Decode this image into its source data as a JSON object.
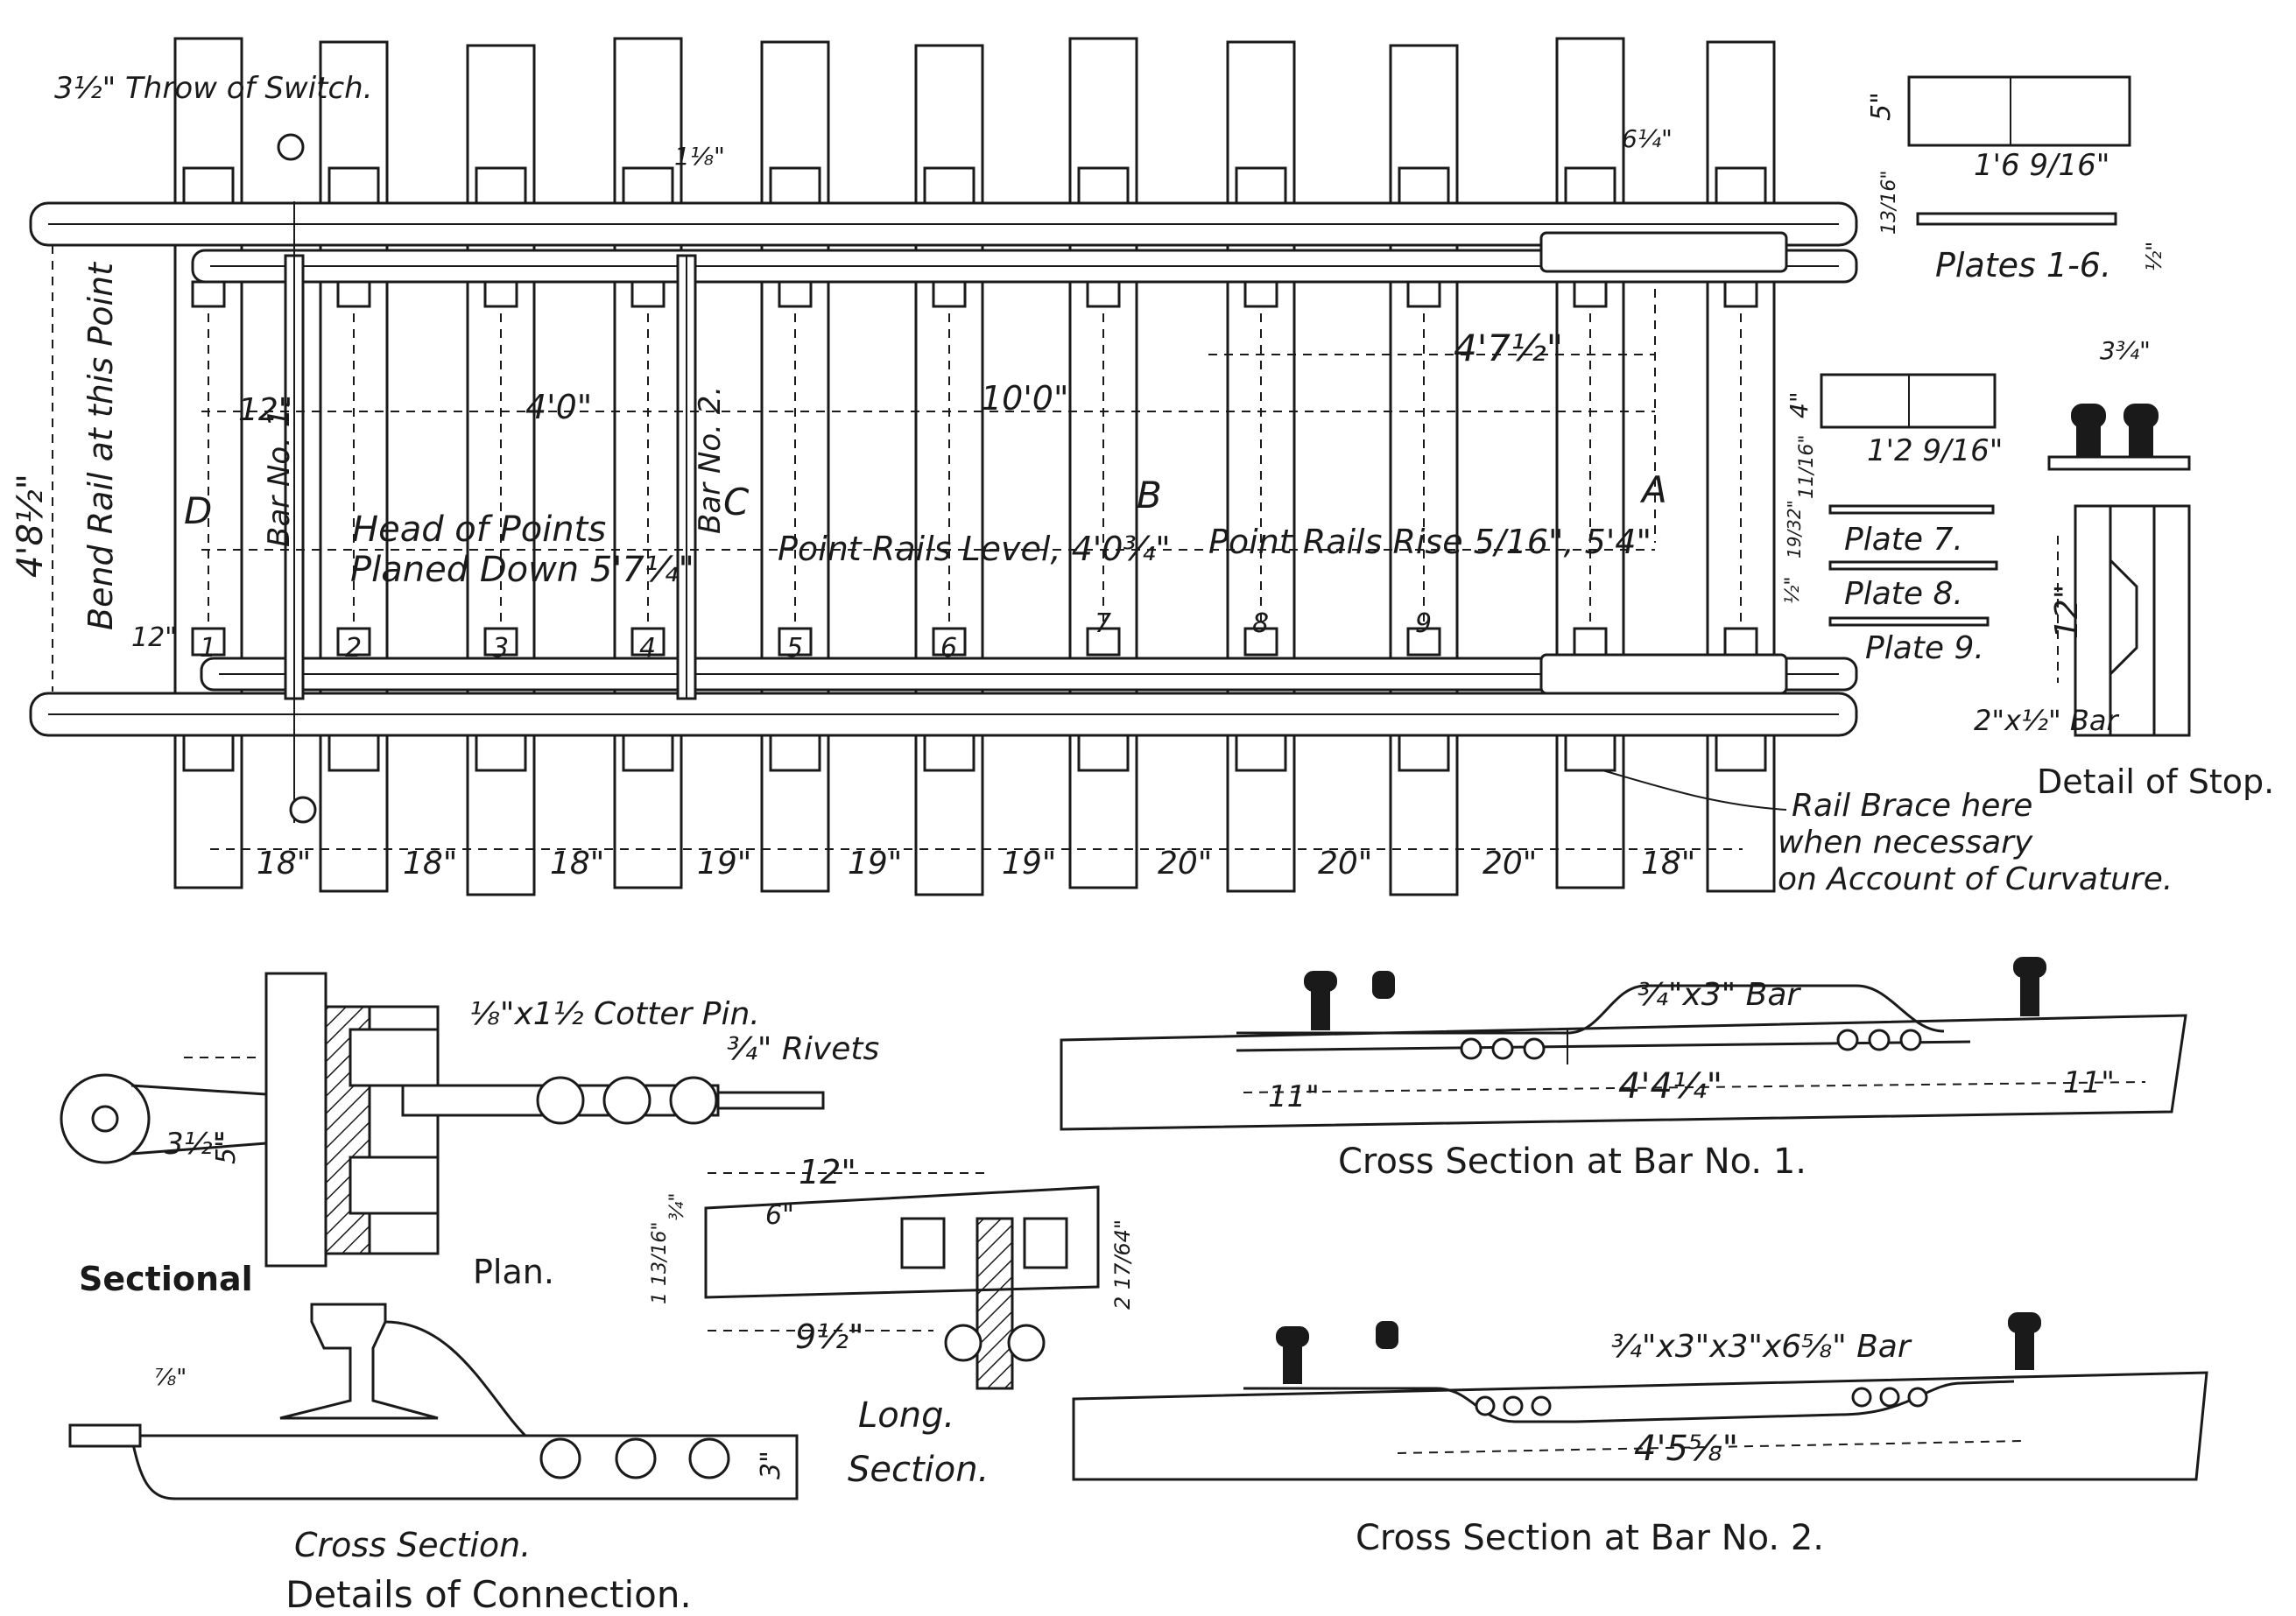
{
  "colors": {
    "ink": "#1a1a1a",
    "paper": "#ffffff"
  },
  "main_plan": {
    "throw_label": "3½\" Throw of Switch.",
    "gauge_dim": "4'8½\"",
    "bend_note": "Bend Rail at this Point",
    "top_dim_1": "1⅛\"",
    "top_dim_2": "6¼\"",
    "dim_4_7_half": "4'7½\"",
    "dim_12": "12\"",
    "dim_4_0": "4'0\"",
    "dim_10_0": "10'0\"",
    "dim_12_left": "12\"",
    "bar_no_1": "Bar No. 1.",
    "bar_no_2": "Bar No. 2.",
    "point_D": "D",
    "point_C": "C",
    "point_B": "B",
    "point_A": "A",
    "head_of_points_1": "Head of Points",
    "head_of_points_2": "Planed Down 5'7¼\"",
    "level_note": "Point Rails Level, 4'0¾\"",
    "rise_note": "Point Rails Rise 5/16\", 5'4\"",
    "plate_numbers": [
      "1",
      "2",
      "3",
      "4",
      "5",
      "6",
      "7",
      "8",
      "9"
    ],
    "tie_spacings": [
      "18\"",
      "18\"",
      "18\"",
      "19\"",
      "19\"",
      "19\"",
      "20\"",
      "20\"",
      "20\"",
      "18\""
    ],
    "rail_brace_note": [
      "Rail Brace here",
      "when necessary",
      "on Account of Curvature."
    ]
  },
  "plates_1_6": {
    "width": "5\"",
    "length": "1'6 9/16\"",
    "thickness": "13/16\"",
    "end": "½\"",
    "label": "Plates 1-6."
  },
  "plates_7_9": {
    "width": "4\"",
    "length": "1'2 9/16\"",
    "dim_11_16": "11/16\"",
    "dim_19_32": "19/32\"",
    "dim_half": "½\"",
    "labels": [
      "Plate 7.",
      "Plate 8.",
      "Plate 9."
    ]
  },
  "stop_detail": {
    "dim_top": "3¾\"",
    "dim_len": "12\"",
    "bar": "2\"x½\" Bar",
    "label": "Detail of Stop."
  },
  "connection": {
    "cotter_pin": "⅛\"x1½ Cotter Pin.",
    "rivets": "¾\" Rivets",
    "dim_3_half": "3½\"",
    "dim_5": "5\"",
    "sectional": "Sectional",
    "plan": "Plan.",
    "dim_bolt": "⅞\"",
    "dim_3": "3\"",
    "cross_section": "Cross Section.",
    "title": "Details of Connection."
  },
  "long_section": {
    "dim_12": "12\"",
    "dim_6": "6\"",
    "dim_3_4": "¾\"",
    "dim_1_13_16": "1 13/16\"",
    "dim_2_17_64": "2 17/64\"",
    "dim_9_half": "9½\"",
    "label_1": "Long.",
    "label_2": "Section."
  },
  "bar_no_1_section": {
    "bar": "¾\"x3\" Bar",
    "dim_left": "11\"",
    "dim_mid": "4'4¼\"",
    "dim_right": "11\"",
    "title": "Cross Section at Bar No. 1."
  },
  "bar_no_2_section": {
    "bar": "¾\"x3\"x3\"x6⅝\" Bar",
    "dim": "4'5⅝\"",
    "title": "Cross Section at Bar No. 2."
  }
}
